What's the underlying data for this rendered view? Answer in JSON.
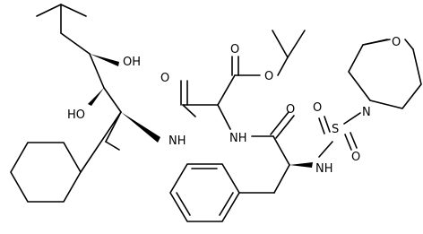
{
  "atoms": {
    "oh_top": "OH",
    "ho_left": "HO",
    "nh_amide1": "NH",
    "nh_amide2": "NH",
    "nh_sulfonamide": "NH",
    "o_amide1": "O",
    "o_ester_carbonyl": "O",
    "o_ester": "O",
    "o_amide2": "O",
    "o_morpholine": "O",
    "n_morpholine": "N",
    "s_sulfonyl": "S",
    "o_sulfonyl_top": "O",
    "o_sulfonyl_bottom": "O"
  }
}
